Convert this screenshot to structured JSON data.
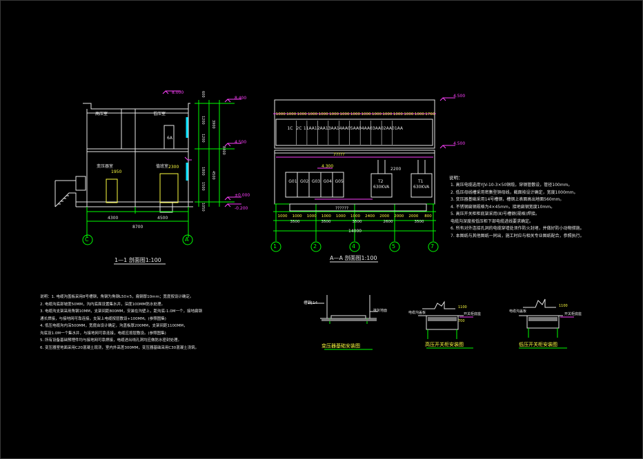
{
  "section1": {
    "title": "1—1 剖面图1:100",
    "rooms": {
      "r1": "高压室",
      "r2": "低压室",
      "r3": "变压器室",
      "r4": "值班室"
    },
    "box_label": "6A",
    "elev_top_box": "8.000",
    "elev_levels": [
      "8.400",
      "4.500",
      "±0.000",
      "-0.200"
    ],
    "dims_right": [
      "600",
      "1200",
      "1200",
      "1800",
      "1500",
      "1050"
    ],
    "dims_right_total": [
      "3900",
      "4500",
      "8400"
    ],
    "dims_bottom": [
      "4300",
      "4500"
    ],
    "dims_bottom_total": "8700",
    "door_dims": [
      "1950",
      "2300"
    ],
    "axes": [
      "C",
      "A"
    ]
  },
  "sectionA": {
    "title": "A—A 剖面图1:100",
    "top_dims": [
      "1000",
      "1000",
      "1000",
      "1000",
      "1000",
      "1000",
      "1000",
      "1000",
      "1000",
      "1000",
      "1000",
      "1000",
      "1000",
      "1000",
      "1760"
    ],
    "cabinets_top": [
      "1C",
      "2C",
      "11AA",
      "12AA",
      "13AA",
      "14AA",
      "05AA",
      "04AA",
      "03AA",
      "02AA",
      "01AA"
    ],
    "mid_label": "7????",
    "panels": [
      "G01",
      "G02",
      "G03",
      "G04",
      "G05"
    ],
    "panel_dim": "4.300",
    "transformers": [
      "T2\n630KVA",
      "T1\n630KVA"
    ],
    "t2": "T2",
    "t2_rating": "630KVA",
    "t1": "T1",
    "t1_rating": "630KVA",
    "trench": "??????",
    "trans_dims": [
      "2200"
    ],
    "bottom_dims": [
      "1000",
      "1000",
      "1000",
      "1000",
      "1000",
      "1000",
      "2400",
      "2000",
      "2000",
      "2000",
      "800"
    ],
    "bottom_dims2": [
      "3500",
      "3500",
      "3500",
      "2600",
      "3500"
    ],
    "bottom_total": "14000",
    "elevs": [
      "4.500",
      "4.500"
    ],
    "axes": [
      "1",
      "2",
      "4",
      "5",
      "7"
    ]
  },
  "notes_right": {
    "heading": "说明：",
    "items": [
      "1. 高压电缆选用YJV-10-3×50铜缆，穿钢管敷设，管径100mm。",
      "2. 低压母线槽采用密集型铜母线，截面按设计确定，宽度1000mm。",
      "3. 变压器基础采用14号槽钢，槽钢上表面高出地面560mm。",
      "4. 不锈钢扁钢规格为4×45mm，接地扁钢宽度10mm。",
      "5. 高压开关柜柜底架采用(8)号槽钢(规格)焊接。",
      "   电缆沟深度按低压柜下部电缆进线要求确定。",
      "6. 所有对外连接孔洞的电缆穿墙处须作防火封堵，并做好防小动物措施。",
      "7. 本图纸与其他图纸一同出，施工时应与相关专业图纸配合，参照执行。"
    ]
  },
  "notes_left": {
    "items": [
      "说明：1. 电缆沟盖板采用8号槽钢，角钢为角钢L50×5，扁钢厚10mm；宽度按设计确定。",
      "2. 电缆沟底部坡度50MM，沟内底面设置集水井，深度100MM防水处理。",
      "3. 电缆沟支架采用角钢10MM，支架间距800MM，安装在沟壁上，距沟底-1.0M一个，接地扁钢",
      "   通长焊接，与接地网可靠连接，支架上电缆按层敷设+100MM。(参照图集)",
      "4. 低压电缆沟内深500MM，宽度由设计确定，沟盖板厚200MM，支架间距1100MM，",
      "   沟底设1.0M一个集水井，与接地网可靠连接，电缆应按层敷设。(参照图集)",
      "5. 所有设备基础预埋件均与接地网可靠焊接，电缆进出线孔洞均应做防水密封处理。",
      "6. 变压器室地面采用C20混凝土现浇，室内外高差300MM，变压器基础采用C30混凝土浇筑。"
    ]
  },
  "details": {
    "d1_title": "变压器基础安装图",
    "d2_title": "高压开关柜安装图",
    "d3_title": "低压开关柜安装图",
    "d1_label": "槽钢[14",
    "d1_right": "抹灰地面",
    "d2_left": "电缆沟盖板",
    "d2_dims": [
      "1100",
      "700"
    ],
    "d2_right": "开关柜底座",
    "d3_left": "电缆沟盖板",
    "d3_dims": [
      "1100"
    ],
    "d3_right": "开关柜底座"
  }
}
